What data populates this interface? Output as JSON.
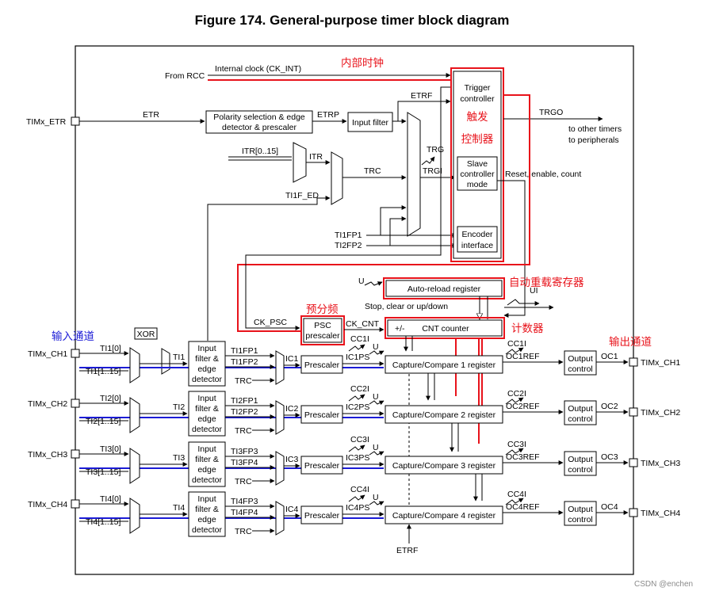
{
  "title": "Figure 174. General-purpose timer block diagram",
  "watermark": "CSDN @enchen",
  "annotations_cn": {
    "internal_clock": "内部时钟",
    "trigger_ctrl_1": "触发",
    "trigger_ctrl_2": "控制器",
    "auto_reload": "自动重载寄存器",
    "prescaler": "预分频",
    "counter": "计数器",
    "input_channels": "输入通道",
    "output_channels": "输出通道"
  },
  "labels": {
    "from_rcc": "From RCC",
    "internal_clock": "Internal clock (CK_INT)",
    "timx_etr": "TIMx_ETR",
    "etr": "ETR",
    "etrp": "ETRP",
    "etrf": "ETRF",
    "etrf_bottom": "ETRF",
    "itr": "ITR[0..15]",
    "itr_out": "ITR",
    "trc": "TRC",
    "trg": "TRG",
    "trgi": "TRGI",
    "trgo": "TRGO",
    "to_other_1": "to other timers",
    "to_other_2": "to peripherals",
    "ti1f_ed": "TI1F_ED",
    "ti1fp1": "TI1FP1",
    "ti2fp2": "TI2FP2",
    "reset_enable_count": "Reset, enable, count",
    "u_ar": "U",
    "ui": "UI",
    "stop_clear": "Stop, clear or up/down",
    "ck_psc": "CK_PSC",
    "ck_cnt": "CK_CNT",
    "plus_minus": "+/-",
    "xor": "XOR",
    "u_cc": "U"
  },
  "blocks": {
    "polarity_1": "Polarity selection & edge",
    "polarity_2": "detector & prescaler",
    "input_filter": "Input filter",
    "trigger_1": "Trigger",
    "trigger_2": "controller",
    "slave_1": "Slave",
    "slave_2": "controller",
    "slave_3": "mode",
    "encoder_1": "Encoder",
    "encoder_2": "interface",
    "auto_reload": "Auto-reload register",
    "psc_1": "PSC",
    "psc_2": "prescaler",
    "cnt": "CNT counter",
    "filter_1": "Input",
    "filter_2": "filter &",
    "filter_3": "edge",
    "filter_4": "detector",
    "ic_prescaler": "Prescaler",
    "output_1": "Output",
    "output_2": "control"
  },
  "channels": [
    {
      "pin": "TIMx_CH1",
      "ti0": "TI1[0]",
      "tirange": "TI1[1..15]",
      "ti": "TI1",
      "fpa": "TI1FP1",
      "fpb": "TI1FP2",
      "trc": "TRC",
      "ic": "IC1",
      "icps": "IC1PS",
      "cci": "CC1I",
      "u": "U",
      "ccr": "Capture/Compare 1 register",
      "cc_out": "CC1I",
      "ocref": "OC1REF",
      "oc": "OC1",
      "out": "TIMx_CH1"
    },
    {
      "pin": "TIMx_CH2",
      "ti0": "TI2[0]",
      "tirange": "TI2[1..15]",
      "ti": "TI2",
      "fpa": "TI2FP1",
      "fpb": "TI2FP2",
      "trc": "TRC",
      "ic": "IC2",
      "icps": "IC2PS",
      "cci": "CC2I",
      "u": "U",
      "ccr": "Capture/Compare 2 register",
      "cc_out": "CC2I",
      "ocref": "OC2REF",
      "oc": "OC2",
      "out": "TIMx_CH2"
    },
    {
      "pin": "TIMx_CH3",
      "ti0": "TI3[0]",
      "tirange": "TI3[1..15]",
      "ti": "TI3",
      "fpa": "TI3FP3",
      "fpb": "TI3FP4",
      "trc": "TRC",
      "ic": "IC3",
      "icps": "IC3PS",
      "cci": "CC3I",
      "u": "U",
      "ccr": "Capture/Compare 3 register",
      "cc_out": "CC3I",
      "ocref": "OC3REF",
      "oc": "OC3",
      "out": "TIMx_CH3"
    },
    {
      "pin": "TIMx_CH4",
      "ti0": "TI4[0]",
      "tirange": "TI4[1..15]",
      "ti": "TI4",
      "fpa": "TI4FP3",
      "fpb": "TI4FP4",
      "trc": "TRC",
      "ic": "IC4",
      "icps": "IC4PS",
      "cci": "CC4I",
      "u": "U",
      "ccr": "Capture/Compare 4 register",
      "cc_out": "CC4I",
      "ocref": "OC4REF",
      "oc": "OC4",
      "out": "TIMx_CH4"
    }
  ],
  "colors": {
    "annotation_red": "#e8131b",
    "annotation_blue": "#1b1bd6",
    "line": "#000000"
  }
}
